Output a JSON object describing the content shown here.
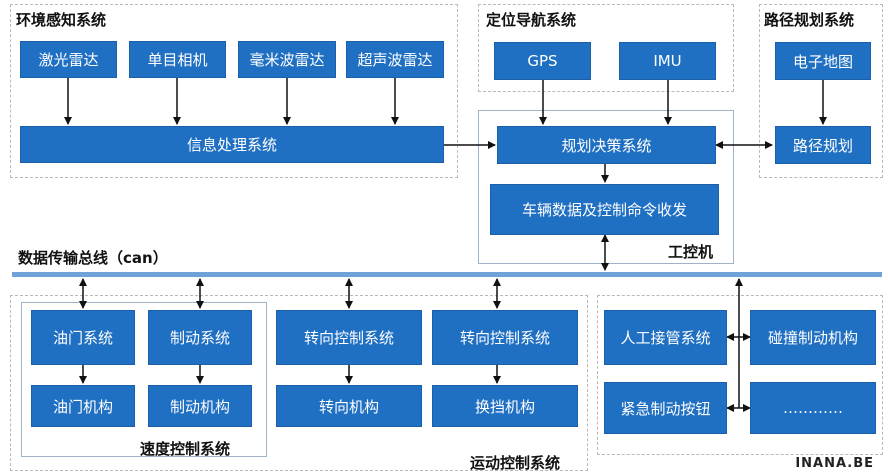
{
  "groups": {
    "env": "环境感知系统",
    "nav": "定位导航系统",
    "path": "路径规划系统",
    "ipc": "工控机",
    "speed": "速度控制系统",
    "motion": "运动控制系统"
  },
  "bus_label": "数据传输总线（can）",
  "boxes": {
    "lidar": "激光雷达",
    "camera": "单目相机",
    "mmwave": "毫米波雷达",
    "ultrasonic": "超声波雷达",
    "info": "信息处理系统",
    "gps": "GPS",
    "imu": "IMU",
    "planning": "规划决策系统",
    "vehicle_data": "车辆数据及控制命令收发",
    "emap": "电子地图",
    "path_plan": "路径规划",
    "throttle_sys": "油门系统",
    "throttle_mech": "油门机构",
    "brake_sys": "制动系统",
    "brake_mech": "制动机构",
    "steer_sys": "转向控制系统",
    "steer_mech": "转向机构",
    "steer_sys2": "转向控制系统",
    "gear_mech": "换挡机构",
    "manual": "人工接管系统",
    "estop": "紧急制动按钮",
    "collision": "碰撞制动机构",
    "ellipsis": "…………"
  },
  "watermark": "INANA.BE",
  "colors": {
    "box": "#1f6fc2",
    "bus": "#6fa3d8"
  }
}
